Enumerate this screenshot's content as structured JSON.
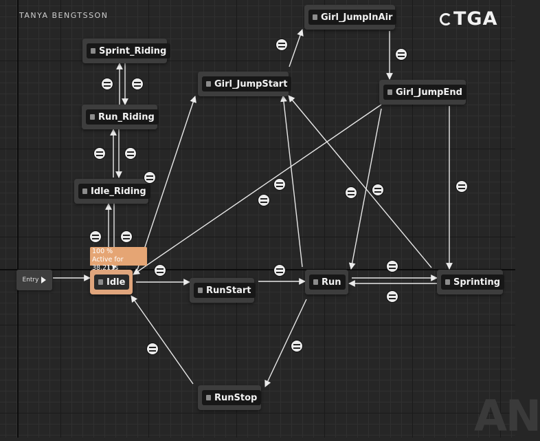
{
  "header": {
    "author": "TANYA BENGTSSON",
    "logo_text": "TGA"
  },
  "watermark_text": "AN",
  "entry": {
    "label": "Entry"
  },
  "active_state": {
    "percent": "100 %",
    "active_for": "Active for 38,211s"
  },
  "states": {
    "sprint_riding": "Sprint_Riding",
    "run_riding": "Run_Riding",
    "idle_riding": "Idle_Riding",
    "idle": "Idle",
    "girl_jumpstart": "Girl_JumpStart",
    "girl_jumpinair": "Girl_JumpInAir",
    "girl_jumpend": "Girl_JumpEnd",
    "runstart": "RunStart",
    "run": "Run",
    "sprinting": "Sprinting",
    "runstop": "RunStop"
  },
  "colors": {
    "active_state": "#e0a57c",
    "wire": "#e8e8e8",
    "background": "#262626"
  }
}
